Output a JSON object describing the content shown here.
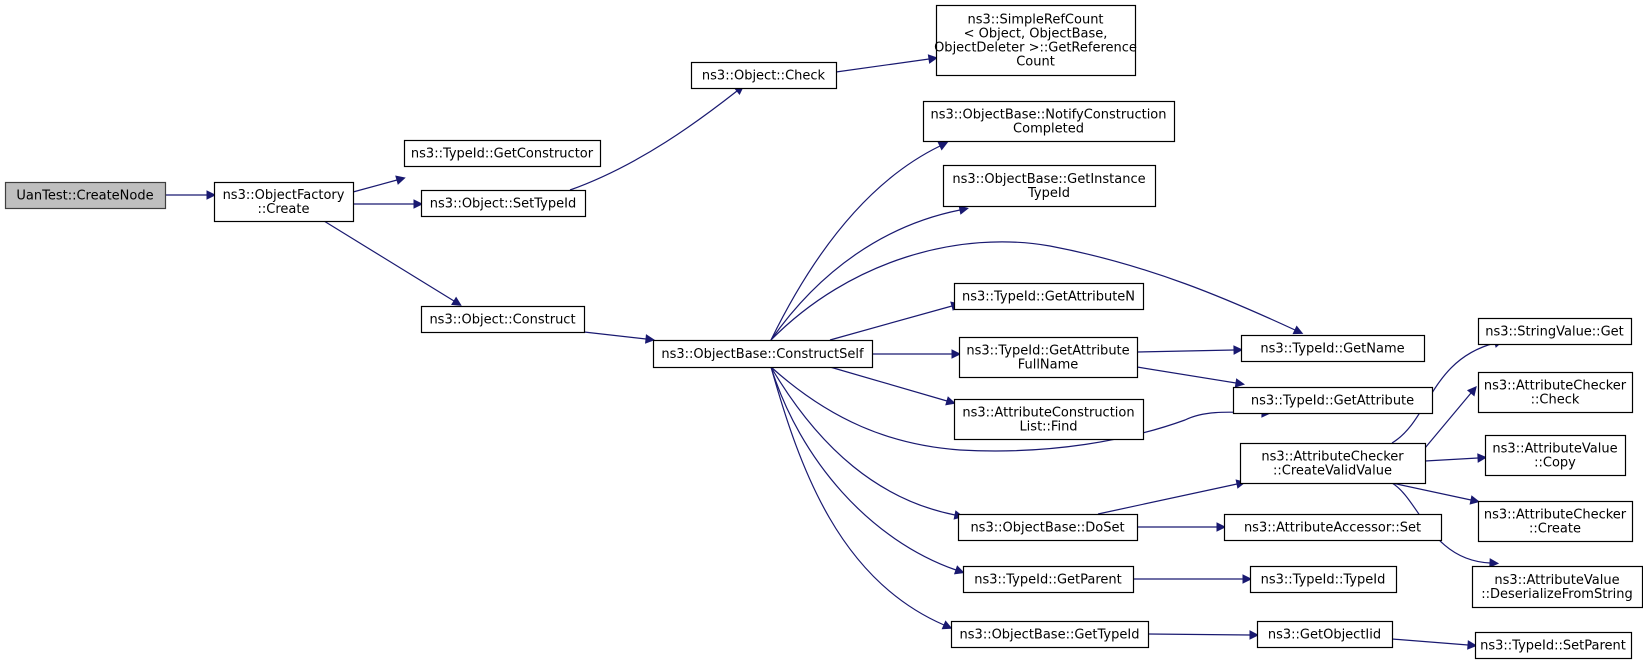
{
  "diagram": {
    "nodes": [
      {
        "id": "n0",
        "lines": [
          "UanTest::CreateNode"
        ],
        "root": true
      },
      {
        "id": "n1",
        "lines": [
          "ns3::ObjectFactory",
          "::Create"
        ]
      },
      {
        "id": "n2",
        "lines": [
          "ns3::TypeId::GetConstructor"
        ]
      },
      {
        "id": "n3",
        "lines": [
          "ns3::Object::SetTypeId"
        ]
      },
      {
        "id": "n4",
        "lines": [
          "ns3::Object::Construct"
        ]
      },
      {
        "id": "n5",
        "lines": [
          "ns3::Object::Check"
        ]
      },
      {
        "id": "n6",
        "lines": [
          "ns3::SimpleRefCount",
          "< Object, ObjectBase,",
          "ObjectDeleter >::GetReference",
          "Count"
        ]
      },
      {
        "id": "n7",
        "lines": [
          "ns3::ObjectBase::ConstructSelf"
        ]
      },
      {
        "id": "n8",
        "lines": [
          "ns3::ObjectBase::NotifyConstruction",
          "Completed"
        ]
      },
      {
        "id": "n9",
        "lines": [
          "ns3::ObjectBase::GetInstance",
          "TypeId"
        ]
      },
      {
        "id": "n10",
        "lines": [
          "ns3::TypeId::GetAttributeN"
        ]
      },
      {
        "id": "n11",
        "lines": [
          "ns3::TypeId::GetAttribute",
          "FullName"
        ]
      },
      {
        "id": "n12",
        "lines": [
          "ns3::AttributeConstruction",
          "List::Find"
        ]
      },
      {
        "id": "n13",
        "lines": [
          "ns3::ObjectBase::DoSet"
        ]
      },
      {
        "id": "n14",
        "lines": [
          "ns3::TypeId::GetParent"
        ]
      },
      {
        "id": "n15",
        "lines": [
          "ns3::ObjectBase::GetTypeId"
        ]
      },
      {
        "id": "n16",
        "lines": [
          "ns3::TypeId::GetName"
        ]
      },
      {
        "id": "n17",
        "lines": [
          "ns3::TypeId::GetAttribute"
        ]
      },
      {
        "id": "n18",
        "lines": [
          "ns3::AttributeChecker",
          "::CreateValidValue"
        ]
      },
      {
        "id": "n19",
        "lines": [
          "ns3::AttributeAccessor::Set"
        ]
      },
      {
        "id": "n20",
        "lines": [
          "ns3::TypeId::TypeId"
        ]
      },
      {
        "id": "n21",
        "lines": [
          "ns3::GetObjectIid"
        ]
      },
      {
        "id": "n22",
        "lines": [
          "ns3::StringValue::Get"
        ]
      },
      {
        "id": "n23",
        "lines": [
          "ns3::AttributeChecker",
          "::Check"
        ]
      },
      {
        "id": "n24",
        "lines": [
          "ns3::AttributeValue",
          "::Copy"
        ]
      },
      {
        "id": "n25",
        "lines": [
          "ns3::AttributeChecker",
          "::Create"
        ]
      },
      {
        "id": "n26",
        "lines": [
          "ns3::AttributeValue",
          "::DeserializeFromString"
        ]
      },
      {
        "id": "n27",
        "lines": [
          "ns3::TypeId::SetParent"
        ]
      }
    ],
    "edges": [
      {
        "from": "n0",
        "to": "n1"
      },
      {
        "from": "n1",
        "to": "n2"
      },
      {
        "from": "n1",
        "to": "n3"
      },
      {
        "from": "n1",
        "to": "n4"
      },
      {
        "from": "n3",
        "to": "n5"
      },
      {
        "from": "n5",
        "to": "n6"
      },
      {
        "from": "n4",
        "to": "n7"
      },
      {
        "from": "n7",
        "to": "n8"
      },
      {
        "from": "n7",
        "to": "n9"
      },
      {
        "from": "n7",
        "to": "n16"
      },
      {
        "from": "n7",
        "to": "n10"
      },
      {
        "from": "n7",
        "to": "n11"
      },
      {
        "from": "n7",
        "to": "n12"
      },
      {
        "from": "n7",
        "to": "n17"
      },
      {
        "from": "n7",
        "to": "n13"
      },
      {
        "from": "n7",
        "to": "n14"
      },
      {
        "from": "n7",
        "to": "n15"
      },
      {
        "from": "n11",
        "to": "n16"
      },
      {
        "from": "n11",
        "to": "n17"
      },
      {
        "from": "n13",
        "to": "n18"
      },
      {
        "from": "n13",
        "to": "n19"
      },
      {
        "from": "n14",
        "to": "n20"
      },
      {
        "from": "n15",
        "to": "n21"
      },
      {
        "from": "n21",
        "to": "n27"
      },
      {
        "from": "n18",
        "to": "n22"
      },
      {
        "from": "n18",
        "to": "n23"
      },
      {
        "from": "n18",
        "to": "n24"
      },
      {
        "from": "n18",
        "to": "n25"
      },
      {
        "from": "n18",
        "to": "n26"
      }
    ]
  }
}
